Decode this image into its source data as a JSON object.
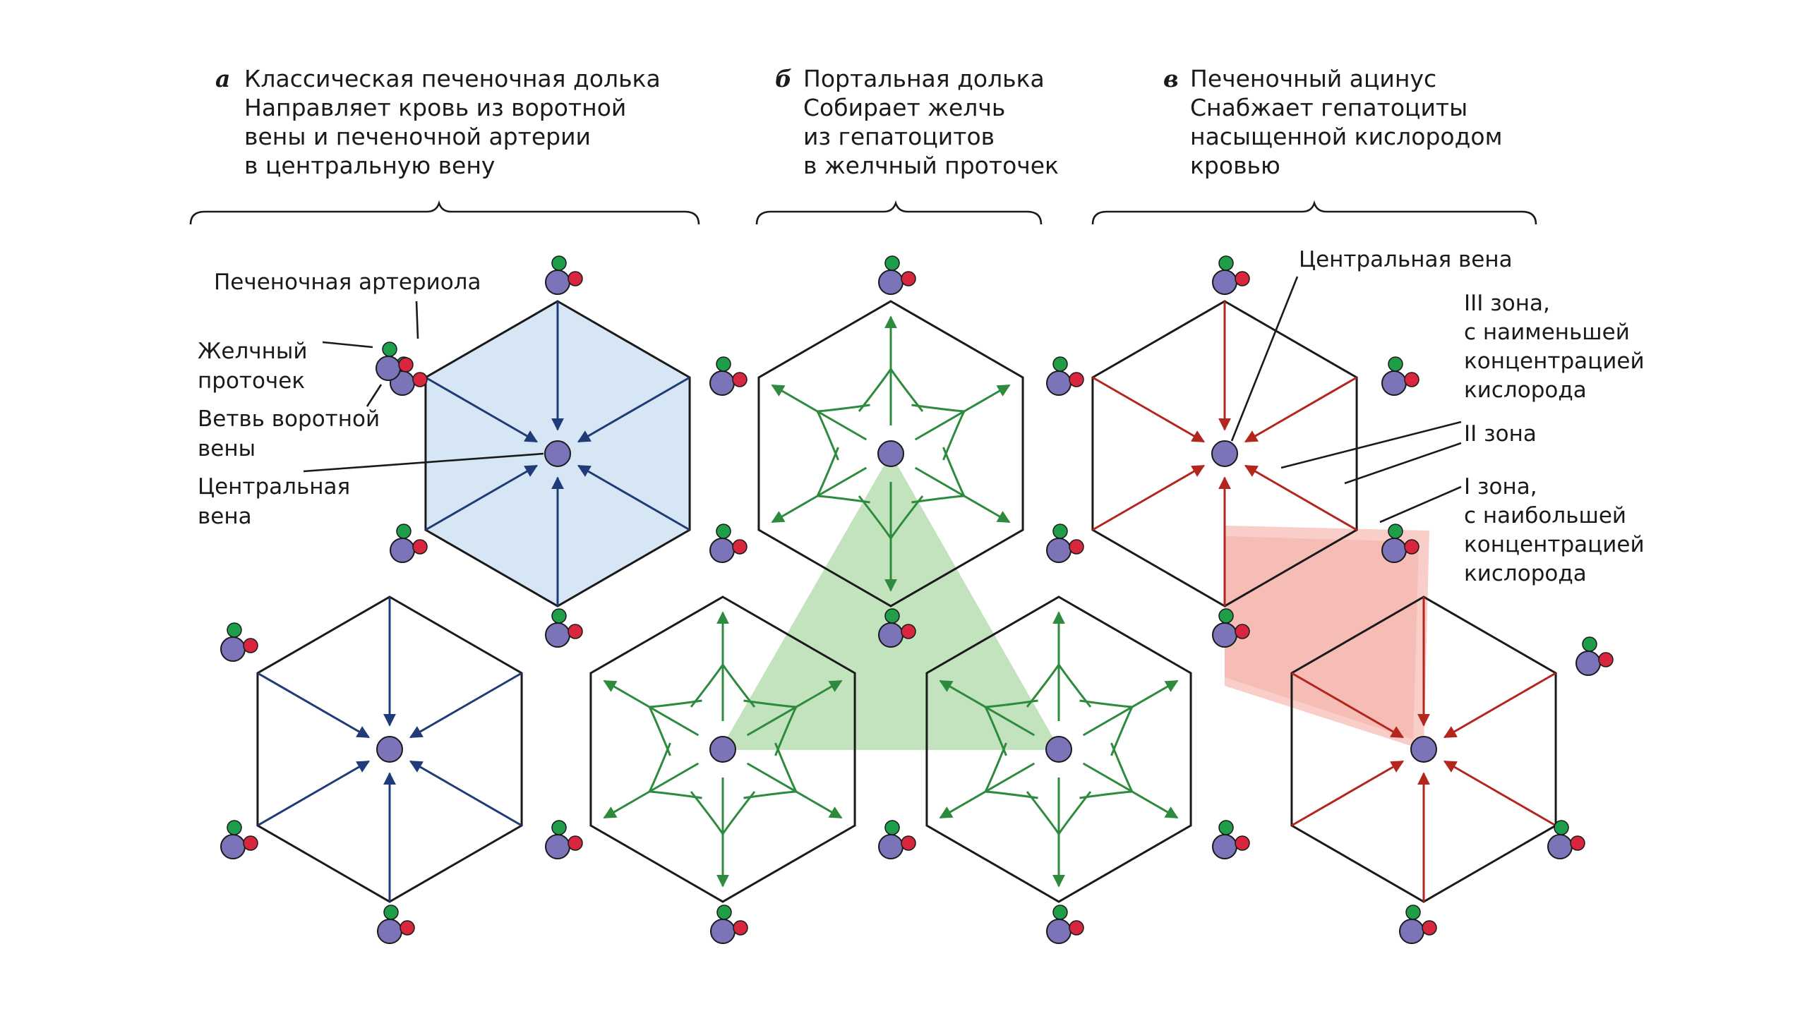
{
  "panels": {
    "a": {
      "letter": "а",
      "lines": [
        "Классическая печеночная долька",
        "Направляет кровь из воротной",
        "вены и печеночной артерии",
        "в центральную вену"
      ]
    },
    "b": {
      "letter": "б",
      "lines": [
        "Портальная долька",
        "Собирает желчь",
        "из гепатоцитов",
        "в желчный проточек"
      ]
    },
    "c": {
      "letter": "в",
      "lines": [
        "Печеночный ацинус",
        "Снабжает гепатоциты",
        "насыщенной кислородом",
        "кровью"
      ]
    }
  },
  "labels": {
    "hepatic_arteriole": "Печеночная артериола",
    "bile_duct": [
      "Желчный",
      "проточек"
    ],
    "portal_vein_branch": [
      "Ветвь воротной",
      "вены"
    ],
    "central_vein_left": [
      "Центральная",
      "вена"
    ],
    "central_vein_right": "Центральная вена",
    "zone3": [
      "III зона,",
      "с наименьшей",
      "концентрацией",
      "кислорода"
    ],
    "zone2": "II зона",
    "zone1": [
      "I зона,",
      "с наибольшей",
      "концентрацией",
      "кислорода"
    ]
  },
  "colors": {
    "classic_lobule_fill": "#d6e6f4",
    "classic_arrow": "#1f3b78",
    "portal_arrow": "#2e8b3e",
    "portal_triangle": "#b8deb4",
    "acinus_arrow": "#b3261e",
    "acinus_zone": "#f4a49a",
    "central_vein": "#7b74b8",
    "artery": "#d7263d",
    "bile_duct": "#1f9e4a"
  }
}
